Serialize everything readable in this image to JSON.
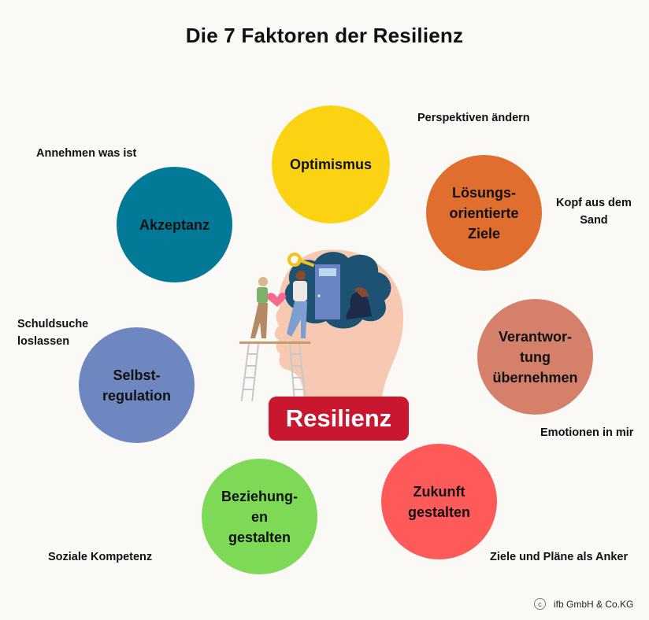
{
  "title": "Die 7 Faktoren der Resilienz",
  "center": {
    "label": "Resilienz",
    "badge_color": "#c8172f",
    "illustration": "head-with-people-ladder-illustration"
  },
  "factors": [
    {
      "label": "Optimismus",
      "color": "#fcd313",
      "note": "Perspektiven ändern"
    },
    {
      "label": "Lösungs-\norientierte\nZiele",
      "color": "#e06e2e",
      "note": "Kopf aus dem\nSand"
    },
    {
      "label": "Verantwor-\ntung\nübernehmen",
      "color": "#d4806a",
      "note": "Emotionen in mir"
    },
    {
      "label": "Zukunft\ngestalten",
      "color": "#ff5a5a",
      "note": "Ziele und Pläne als Anker"
    },
    {
      "label": "Beziehung-\nen\ngestalten",
      "color": "#7ed957",
      "note": "Soziale Kompetenz"
    },
    {
      "label": "Selbst-\nregulation",
      "color": "#6f87c0",
      "note": "Schuldsuche\nloslassen"
    },
    {
      "label": "Akzeptanz",
      "color": "#027a97",
      "note": "Annehmen was ist"
    }
  ],
  "footer": {
    "copyright_symbol": "c",
    "copyright_text": "ifb GmbH & Co.KG"
  }
}
